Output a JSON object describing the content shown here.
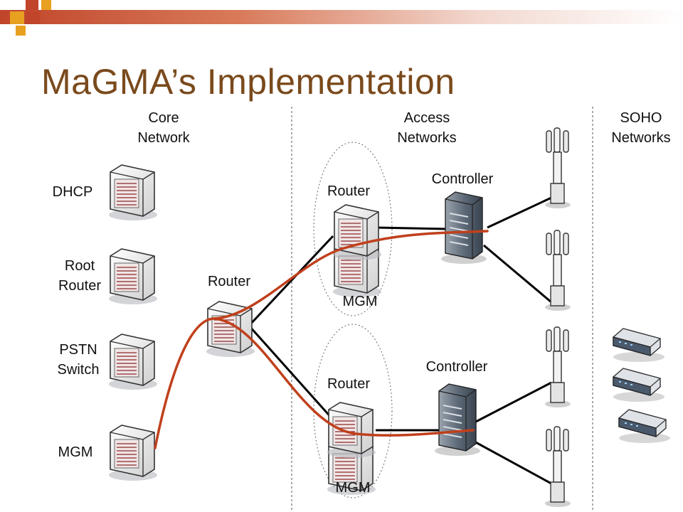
{
  "title": "MaGMA’s Implementation",
  "sections": {
    "core": "Core\nNetwork",
    "access": "Access\nNetworks",
    "soho": "SOHO\nNetworks"
  },
  "core_nodes": {
    "dhcp": "DHCP",
    "root_router": "Root\nRouter",
    "pstn_switch": "PSTN\nSwitch",
    "mgm": "MGM"
  },
  "middle_router": "Router",
  "access_top": {
    "router": "Router",
    "mgm": "MGM",
    "controller": "Controller"
  },
  "access_bottom": {
    "router": "Router",
    "mgm": "MGM",
    "controller": "Controller"
  },
  "colors": {
    "title": "#7a4a1c",
    "path": "#c0401c",
    "banner": "#c0452a",
    "accent": "#e8a020"
  }
}
